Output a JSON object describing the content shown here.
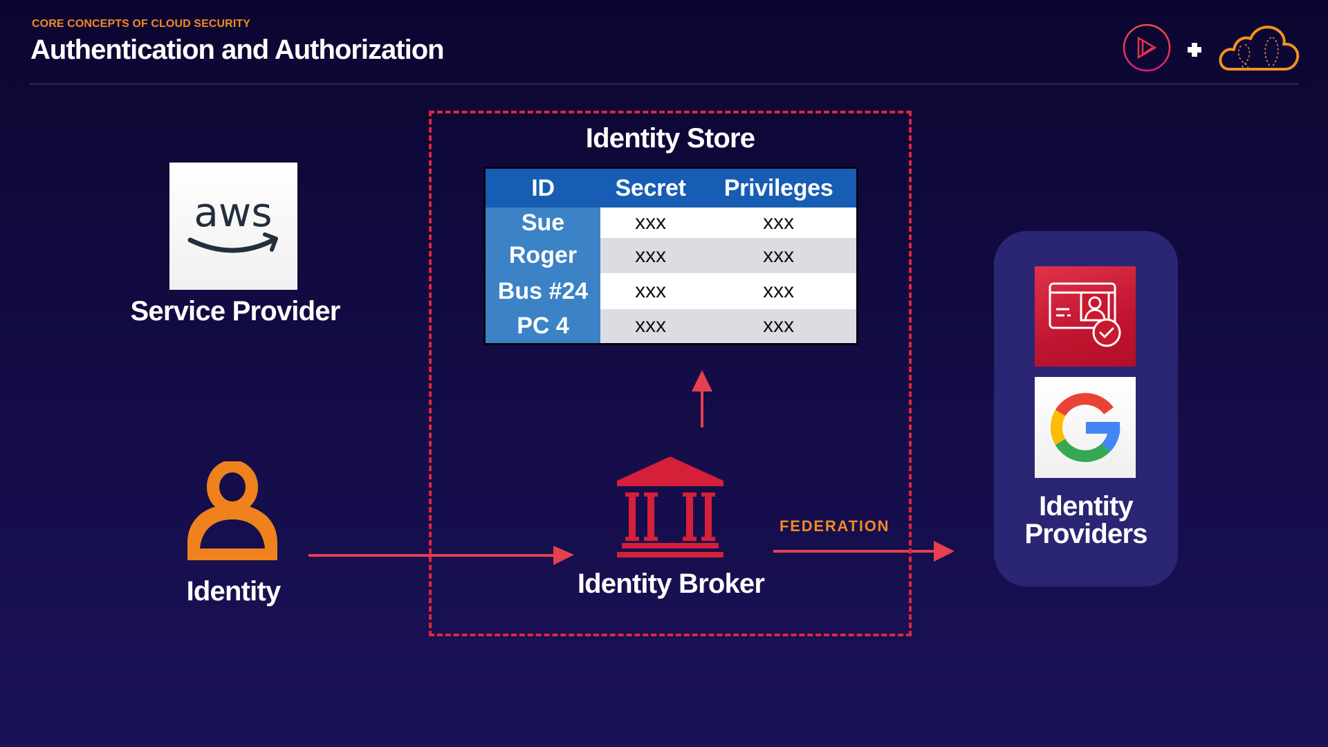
{
  "header": {
    "eyebrow": "CORE CONCEPTS OF CLOUD SECURITY",
    "title": "Authentication and Authorization",
    "logos": [
      "pluralsight-logo-icon",
      "plus-icon",
      "cloud-logo-icon"
    ]
  },
  "colors": {
    "accent_orange": "#f08a24",
    "accent_red": "#e0263d",
    "table_header_blue": "#175db3",
    "table_id_blue": "#3c82c6",
    "panel_purple": "#2a2674"
  },
  "service_provider": {
    "logo_text": "aws",
    "label": "Service Provider"
  },
  "identity": {
    "label": "Identity"
  },
  "identity_store": {
    "title": "Identity Store",
    "columns": [
      "ID",
      "Secret",
      "Privileges"
    ],
    "rows": [
      {
        "id": "Sue",
        "secret": "xxx",
        "privileges": "xxx"
      },
      {
        "id": "Roger",
        "secret": "xxx",
        "privileges": "xxx"
      },
      {
        "id": "Bus #24",
        "secret": "xxx",
        "privileges": "xxx"
      },
      {
        "id": "PC 4",
        "secret": "xxx",
        "privileges": "xxx"
      }
    ]
  },
  "identity_broker": {
    "label": "Identity Broker"
  },
  "federation": {
    "label": "FEDERATION"
  },
  "identity_providers": {
    "label_line1": "Identity",
    "label_line2": "Providers",
    "icons": [
      "aws-identity-center-icon",
      "google-g-icon"
    ]
  }
}
